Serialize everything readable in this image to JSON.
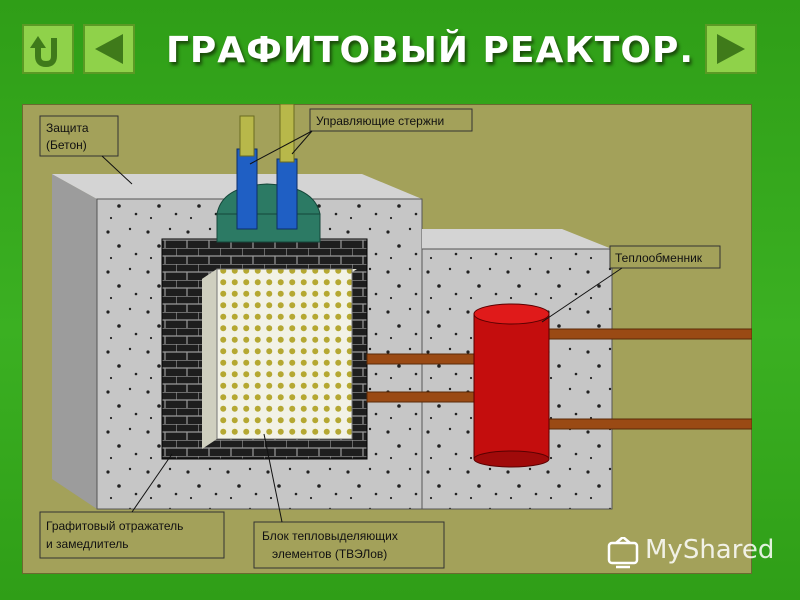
{
  "title": "ГРАФИТОВЫЙ РЕАКТОР.",
  "nav": {
    "home_icon": "return-icon",
    "prev_icon": "triangle-left-icon",
    "next_icon": "triangle-right-icon"
  },
  "labels": {
    "shield_line1": "Защита",
    "shield_line2": "(Бетон)",
    "control_rods": "Управляющие стержни",
    "heat_exchanger": "Теплообменник",
    "reflector_line1": "Графитовый отражатель",
    "reflector_line2": "и замедлитель",
    "fuel_line1": "Блок тепловыделяющих",
    "fuel_line2": "элементов (ТВЭЛов)"
  },
  "watermark": "MyShared",
  "colors": {
    "background": "#35a81c",
    "panel": "#a3a15a",
    "concrete": "#c8c8c8",
    "exchanger": "#c40d0d",
    "rod_blue": "#1f5fc4",
    "rod_tip": "#b8b84a",
    "pipe": "#9a4a14",
    "cap": "#2c7a64"
  }
}
